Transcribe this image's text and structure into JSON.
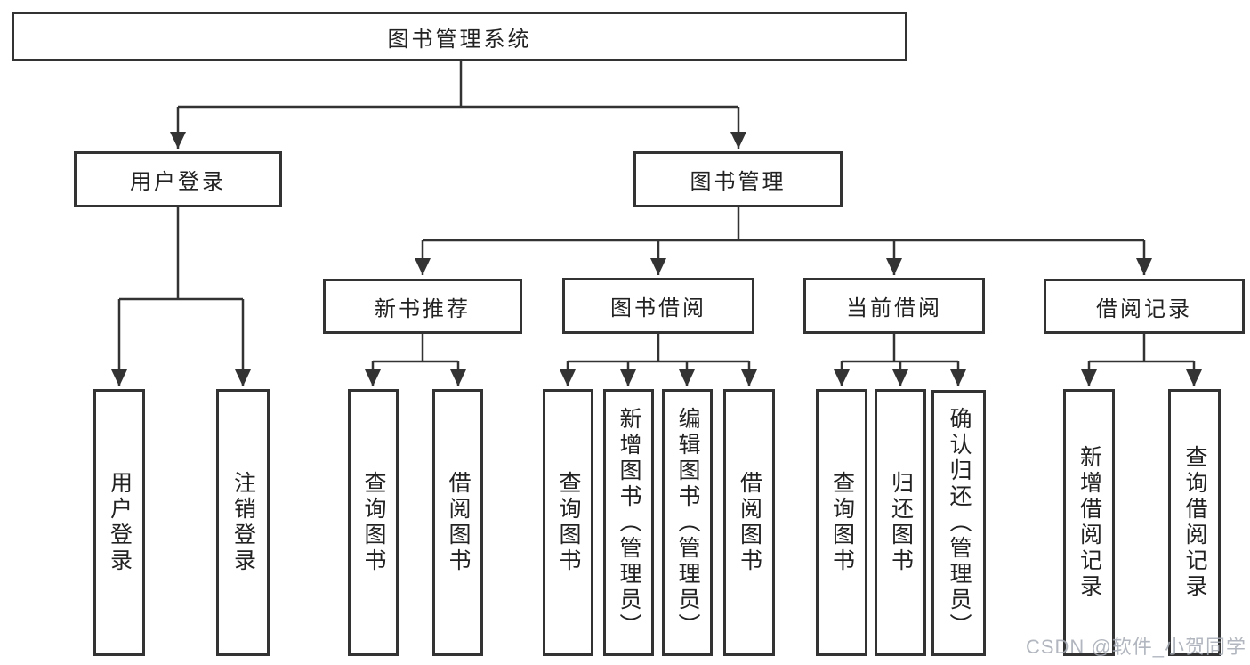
{
  "diagram": {
    "root": {
      "label": "图书管理系统",
      "children": [
        {
          "label": "用户登录",
          "children": [
            {
              "label": "用户登录"
            },
            {
              "label": "注销登录"
            }
          ]
        },
        {
          "label": "图书管理",
          "children": [
            {
              "label": "新书推荐",
              "children": [
                {
                  "label": "查询图书"
                },
                {
                  "label": "借阅图书"
                }
              ]
            },
            {
              "label": "图书借阅",
              "children": [
                {
                  "label": "查询图书"
                },
                {
                  "label": "新增图书（管理员）"
                },
                {
                  "label": "编辑图书（管理员）"
                },
                {
                  "label": "借阅图书"
                }
              ]
            },
            {
              "label": "当前借阅",
              "children": [
                {
                  "label": "查询图书"
                },
                {
                  "label": "归还图书"
                },
                {
                  "label": "确认归还（管理员）"
                }
              ]
            },
            {
              "label": "借阅记录",
              "children": [
                {
                  "label": "新增借阅记录"
                },
                {
                  "label": "查询借阅记录"
                }
              ]
            }
          ]
        }
      ]
    }
  },
  "watermark": {
    "text": "CSDN @软件_小贺同学"
  },
  "colors": {
    "line": "#333333",
    "box_border": "#333333",
    "text": "#222222",
    "background": "#ffffff",
    "watermark": "#a5aab4"
  }
}
